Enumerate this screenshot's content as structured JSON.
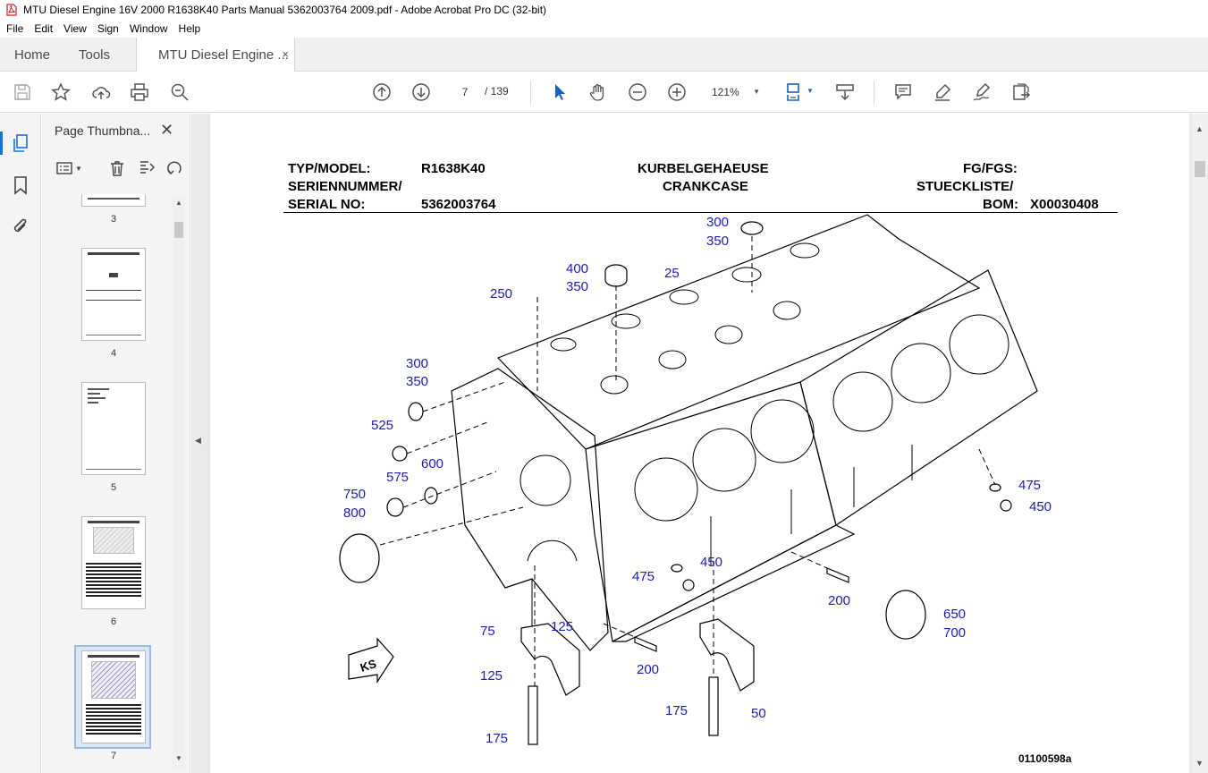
{
  "window": {
    "title": "MTU Diesel Engine 16V 2000 R1638K40 Parts Manual 5362003764 2009.pdf - Adobe Acrobat Pro DC (32-bit)"
  },
  "menu": [
    "File",
    "Edit",
    "View",
    "Sign",
    "Window",
    "Help"
  ],
  "tabs": {
    "home": "Home",
    "tools": "Tools",
    "doc": "MTU Diesel Engine ...",
    "close": "×"
  },
  "toolbar": {
    "icons": [
      "save-icon",
      "star-icon",
      "upload-icon",
      "print-icon",
      "search-zoom-icon",
      "page-up-icon",
      "page-down-icon",
      "select-cursor-icon",
      "hand-icon",
      "zoom-out-icon",
      "zoom-in-icon",
      "fit-page-icon",
      "scroll-mode-icon",
      "comment-icon",
      "highlight-pen-icon",
      "sign-icon",
      "export-pdf-icon"
    ],
    "page_current": "7",
    "page_total": "/ 139",
    "zoom": "121%"
  },
  "side_panel": {
    "title": "Page Thumbna...",
    "close": "✕",
    "thumbnails": [
      {
        "label": "3"
      },
      {
        "label": "4"
      },
      {
        "label": "5"
      },
      {
        "label": "6"
      },
      {
        "label": "7",
        "selected": true
      }
    ]
  },
  "document": {
    "header": {
      "typ_model_label": "TYP/MODEL:",
      "typ_model_value": "R1638K40",
      "serial_label_1": "SERIENNUMMER/",
      "serial_label_2": "SERIAL NO:",
      "serial_value": "5362003764",
      "title_de": "KURBELGEHAEUSE",
      "title_en": "CRANKCASE",
      "fg_label": "FG/FGS:",
      "parts_list_label": "STUECKLISTE/",
      "bom_label": "BOM:",
      "bom_value": "X00030408"
    },
    "callouts": [
      "300",
      "350",
      "400",
      "350",
      "25",
      "250",
      "300",
      "350",
      "525",
      "600",
      "575",
      "750",
      "800",
      "475",
      "450",
      "475",
      "450",
      "200",
      "650",
      "700",
      "75",
      "125",
      "125",
      "200",
      "175",
      "175",
      "50"
    ],
    "drawing_number": "01100598a",
    "direction_marker": "KS"
  }
}
